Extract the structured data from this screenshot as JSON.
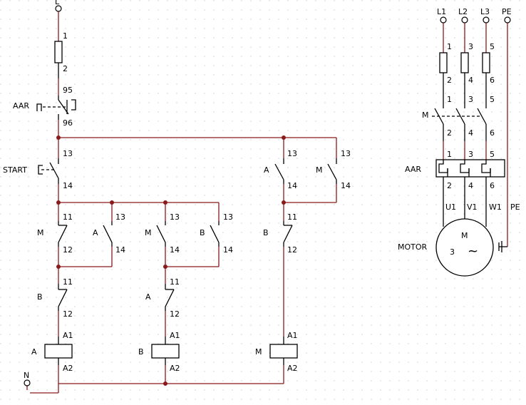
{
  "control": {
    "supply_top": "L",
    "supply_bottom": "N",
    "fuse_top_pin": "1",
    "fuse_bottom_pin": "2",
    "overload_label": "AAR",
    "overload_pin_top": "95",
    "overload_pin_bottom": "96",
    "start_label": "START",
    "pin_13": "13",
    "pin_14": "14",
    "pin_11": "11",
    "pin_12": "12",
    "contact_m": "M",
    "contact_a": "A",
    "contact_b": "B",
    "coil_pin_a1": "A1",
    "coil_pin_a2": "A2",
    "coil_a": "A",
    "coil_b": "B",
    "coil_m": "M"
  },
  "power": {
    "phases": [
      "L1",
      "L2",
      "L3",
      "PE"
    ],
    "fuse_pins_top": [
      "1",
      "3",
      "5"
    ],
    "fuse_pins_bottom": [
      "2",
      "4",
      "6"
    ],
    "contactor_label": "M",
    "overload_label": "AAR",
    "motor_terminals": [
      "U1",
      "V1",
      "W1"
    ],
    "motor_label": "MOTOR",
    "motor_symbol": "M",
    "motor_phases": "3",
    "motor_ac_symbol": "~"
  }
}
